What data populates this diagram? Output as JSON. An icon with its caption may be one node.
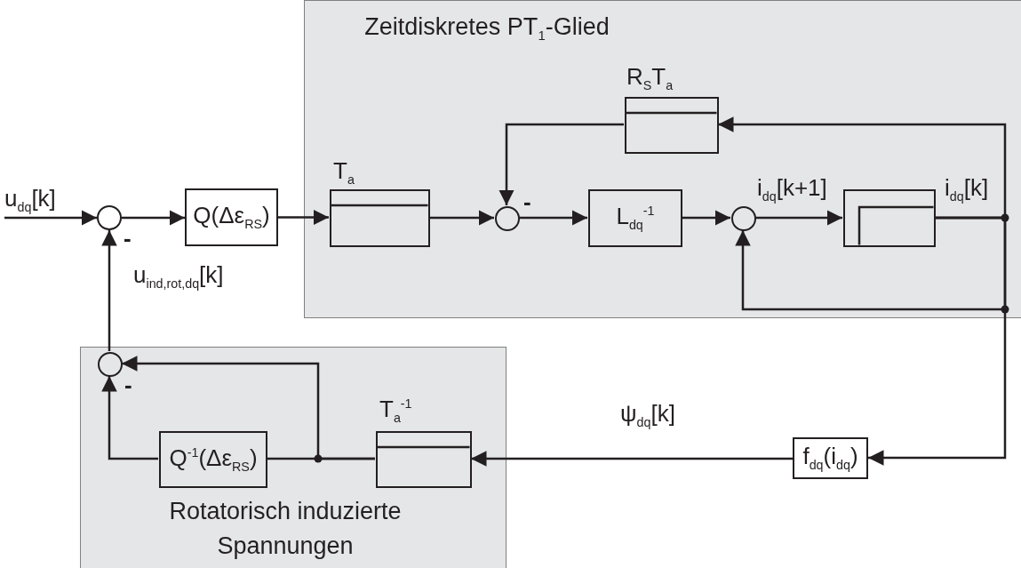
{
  "diagram": {
    "nodes": [
      {
        "text": [
          "Zeitdiskretes PT$_{1}$-Glied"
        ]
      },
      {
        "text": [
          "Rotatorisch induzierte Spannungen"
        ]
      },
      {
        "text": [
          "T$_{a}$"
        ],
        "in": 0
      },
      {
        "text": [],
        "shape": "circle",
        "in": 0,
        "beside": [
          "-"
        ]
      },
      {
        "text": [
          "R$_{S}$T$_{a}$"
        ],
        "in": 0
      },
      {
        "text": [
          "L$_{dq}$$^{-1}$"
        ],
        "in": 0
      },
      {
        "text": [],
        "shape": "circle",
        "in": 0
      },
      {
        "text": [],
        "shape": "box",
        "in": 0
      },
      {
        "text": [],
        "shape": "circle",
        "beside": [
          "-"
        ]
      },
      {
        "text": [
          "Q(Δε$_{RS}$)"
        ]
      },
      {
        "text": [
          "f$_{dq}$(i$_{dq}$)"
        ]
      },
      {
        "text": [],
        "shape": "circle",
        "in": 1,
        "beside": [
          "-"
        ]
      },
      {
        "text": [
          "Q$^{-1}$(Δε$_{RS}$)"
        ],
        "in": 1
      },
      {
        "text": [
          "T$_{a}$$^{-1}$"
        ],
        "in": 1
      }
    ],
    "edges": [
      {
        "from": null,
        "to": 8,
        "arrow": "to",
        "label": "u$_{dq}$[k]"
      },
      {
        "from": 8,
        "to": 9,
        "arrow": "to"
      },
      {
        "from": 9,
        "to": 2,
        "arrow": "to"
      },
      {
        "from": 2,
        "to": 3,
        "arrow": "to"
      },
      {
        "from": 4,
        "to": 3,
        "arrow": "to"
      },
      {
        "from": 3,
        "to": 5,
        "arrow": "to"
      },
      {
        "from": 5,
        "to": 6,
        "arrow": "to"
      },
      {
        "from": 6,
        "to": 7,
        "arrow": "to",
        "label": "i$_{dq}$[k+1]"
      },
      {
        "from": 7,
        "to": 4,
        "arrow": "to"
      },
      {
        "from": 7,
        "to": 6,
        "arrow": "to"
      },
      {
        "from": 7,
        "to": 10,
        "arrow": "to"
      },
      {
        "from": 10,
        "to": 13,
        "arrow": "to",
        "label": "ψ$_{dq}$[k]"
      },
      {
        "from": 13,
        "to": 12,
        "arrow": "none"
      },
      {
        "from": 13,
        "to": 11,
        "arrow": "to"
      },
      {
        "from": 12,
        "to": 11,
        "arrow": "to"
      },
      {
        "from": 11,
        "to": 8,
        "arrow": "to",
        "label": "u$_{ind,rot,dq}$[k]"
      }
    ],
    "labels": [
      "i$_{dq}$[k]"
    ]
  }
}
